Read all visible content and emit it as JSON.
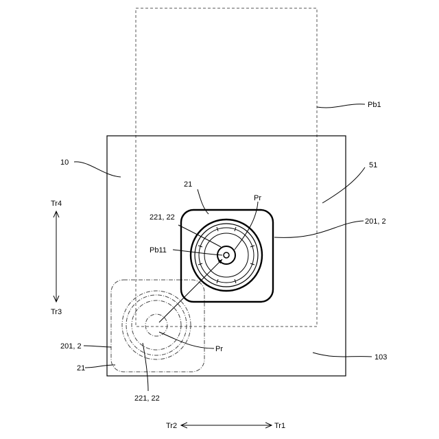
{
  "labels": {
    "pb1": "Pb1",
    "ref_10": "10",
    "ref_51": "51",
    "ref_21_top": "21",
    "pr_top": "Pr",
    "ref_221_top": "221, 22",
    "ref_201_right": "201, 2",
    "pb11": "Pb11",
    "tr4": "Tr4",
    "tr3": "Tr3",
    "ref_201_left": "201, 2",
    "ref_21_left": "21",
    "pr_bottom": "Pr",
    "ref_221_bottom": "221, 22",
    "ref_103": "103",
    "tr2": "Tr2",
    "tr1": "Tr1"
  }
}
